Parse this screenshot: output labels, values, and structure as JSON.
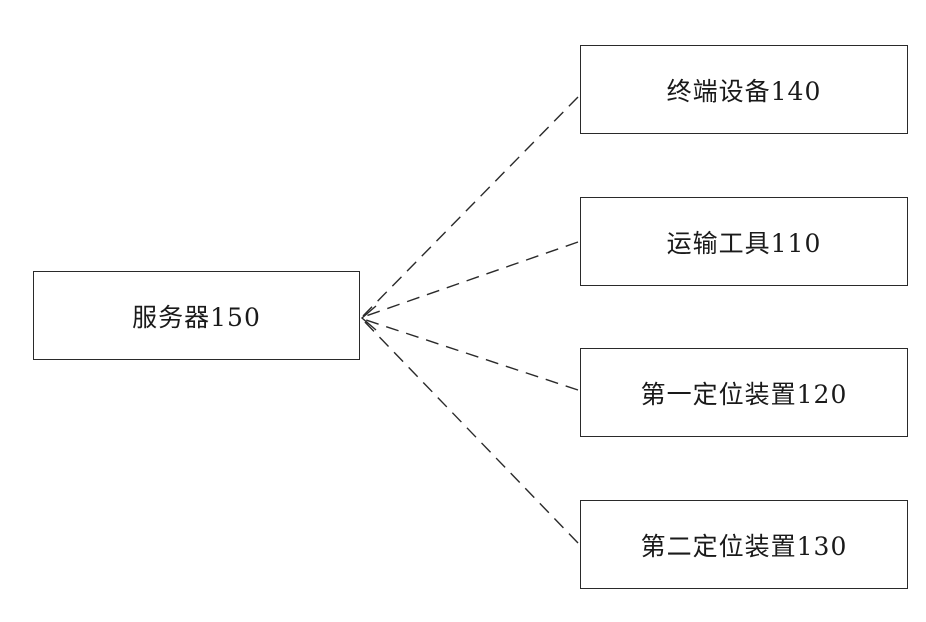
{
  "nodes": {
    "server": {
      "label": "服务器150"
    },
    "terminal": {
      "label": "终端设备140"
    },
    "vehicle": {
      "label": "运输工具110"
    },
    "locator1": {
      "label": "第一定位装置120"
    },
    "locator2": {
      "label": "第二定位装置130"
    }
  },
  "edges": [
    {
      "from": "terminal",
      "to": "server",
      "style": "dashed"
    },
    {
      "from": "vehicle",
      "to": "server",
      "style": "dashed"
    },
    {
      "from": "locator1",
      "to": "server",
      "style": "dashed"
    },
    {
      "from": "locator2",
      "to": "server",
      "style": "dashed"
    }
  ],
  "colors": {
    "line": "#2a2a2a",
    "background": "#ffffff"
  }
}
